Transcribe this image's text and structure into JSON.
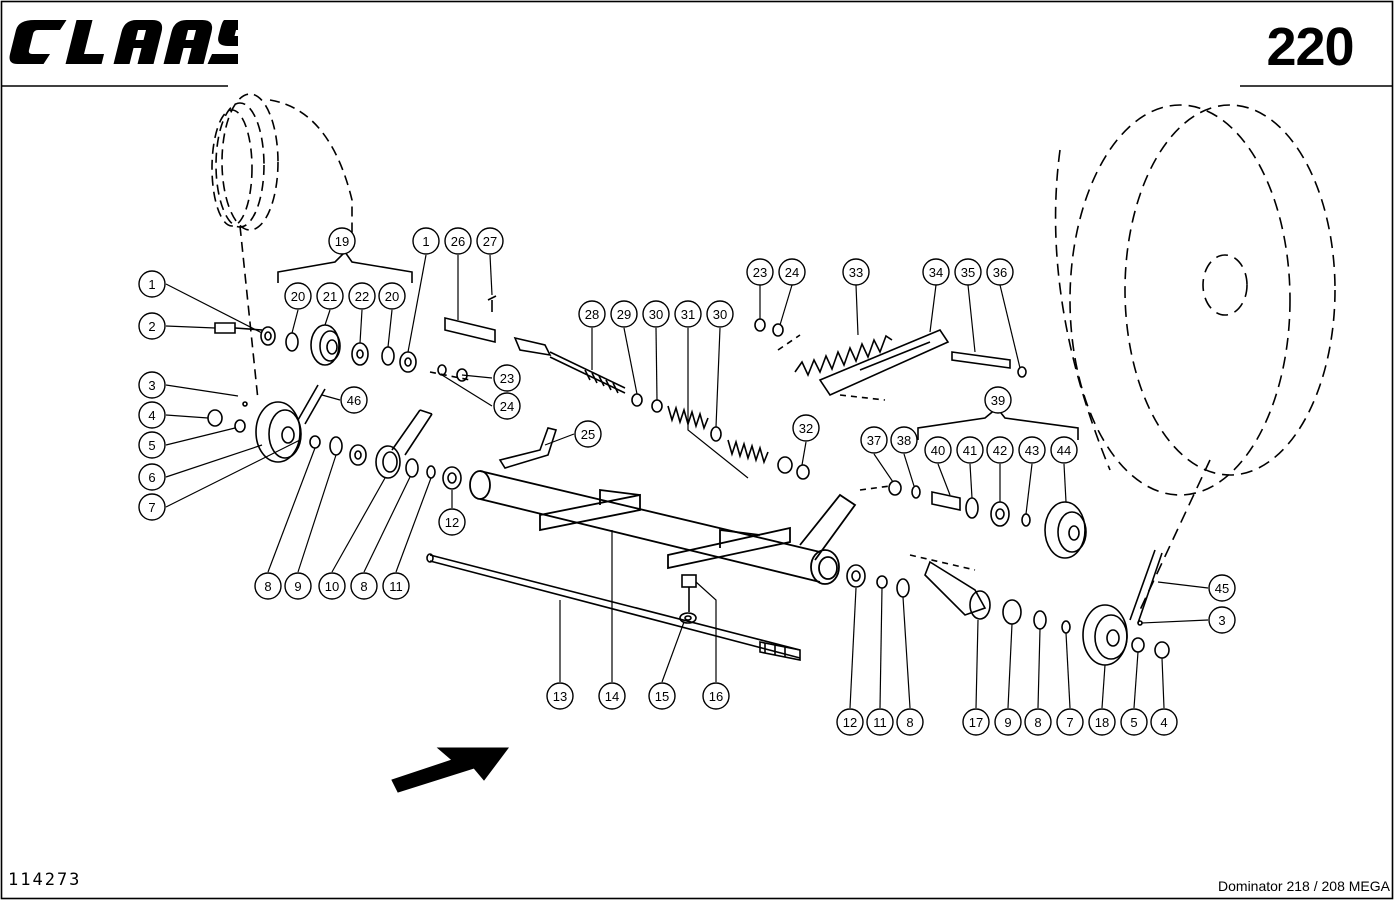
{
  "header": {
    "brand": "CLAAS",
    "page_number": "220"
  },
  "footer": {
    "document_number": "114273",
    "model": "Dominator 218 / 208 MEGA"
  },
  "callouts": [
    {
      "id": "c-1a",
      "label": "1"
    },
    {
      "id": "c-2",
      "label": "2"
    },
    {
      "id": "c-3a",
      "label": "3"
    },
    {
      "id": "c-4a",
      "label": "4"
    },
    {
      "id": "c-5a",
      "label": "5"
    },
    {
      "id": "c-6",
      "label": "6"
    },
    {
      "id": "c-7a",
      "label": "7"
    },
    {
      "id": "c-19",
      "label": "19"
    },
    {
      "id": "c-20a",
      "label": "20"
    },
    {
      "id": "c-21",
      "label": "21"
    },
    {
      "id": "c-22",
      "label": "22"
    },
    {
      "id": "c-20b",
      "label": "20"
    },
    {
      "id": "c-1b",
      "label": "1"
    },
    {
      "id": "c-26",
      "label": "26"
    },
    {
      "id": "c-27",
      "label": "27"
    },
    {
      "id": "c-46",
      "label": "46"
    },
    {
      "id": "c-23a",
      "label": "23"
    },
    {
      "id": "c-24a",
      "label": "24"
    },
    {
      "id": "c-8a",
      "label": "8"
    },
    {
      "id": "c-9a",
      "label": "9"
    },
    {
      "id": "c-10",
      "label": "10"
    },
    {
      "id": "c-8b",
      "label": "8"
    },
    {
      "id": "c-11a",
      "label": "11"
    },
    {
      "id": "c-12a",
      "label": "12"
    },
    {
      "id": "c-25",
      "label": "25"
    },
    {
      "id": "c-28",
      "label": "28"
    },
    {
      "id": "c-29",
      "label": "29"
    },
    {
      "id": "c-30a",
      "label": "30"
    },
    {
      "id": "c-31",
      "label": "31"
    },
    {
      "id": "c-30b",
      "label": "30"
    },
    {
      "id": "c-23b",
      "label": "23"
    },
    {
      "id": "c-24b",
      "label": "24"
    },
    {
      "id": "c-33",
      "label": "33"
    },
    {
      "id": "c-34",
      "label": "34"
    },
    {
      "id": "c-35",
      "label": "35"
    },
    {
      "id": "c-36",
      "label": "36"
    },
    {
      "id": "c-32",
      "label": "32"
    },
    {
      "id": "c-39",
      "label": "39"
    },
    {
      "id": "c-37",
      "label": "37"
    },
    {
      "id": "c-38",
      "label": "38"
    },
    {
      "id": "c-40",
      "label": "40"
    },
    {
      "id": "c-41",
      "label": "41"
    },
    {
      "id": "c-42",
      "label": "42"
    },
    {
      "id": "c-43",
      "label": "43"
    },
    {
      "id": "c-44",
      "label": "44"
    },
    {
      "id": "c-45",
      "label": "45"
    },
    {
      "id": "c-3b",
      "label": "3"
    },
    {
      "id": "c-13",
      "label": "13"
    },
    {
      "id": "c-14",
      "label": "14"
    },
    {
      "id": "c-15",
      "label": "15"
    },
    {
      "id": "c-16",
      "label": "16"
    },
    {
      "id": "c-12b",
      "label": "12"
    },
    {
      "id": "c-11b",
      "label": "11"
    },
    {
      "id": "c-8c",
      "label": "8"
    },
    {
      "id": "c-17",
      "label": "17"
    },
    {
      "id": "c-9b",
      "label": "9"
    },
    {
      "id": "c-8d",
      "label": "8"
    },
    {
      "id": "c-7b",
      "label": "7"
    },
    {
      "id": "c-18",
      "label": "18"
    },
    {
      "id": "c-5b",
      "label": "5"
    },
    {
      "id": "c-4b",
      "label": "4"
    }
  ]
}
